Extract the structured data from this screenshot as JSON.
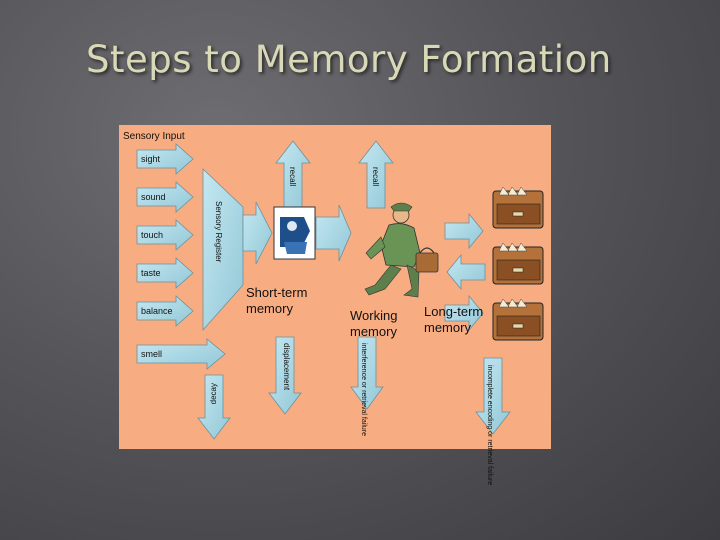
{
  "slide": {
    "title": "Steps to Memory Formation"
  },
  "diagram": {
    "heading": "Sensory Input",
    "inputs": [
      "sight",
      "sound",
      "touch",
      "taste",
      "balance",
      "smell"
    ],
    "sensory_register": "Sensory Register",
    "short_term_line1": "Short-term",
    "short_term_line2": "memory",
    "working_line1": "Working",
    "working_line2": "memory",
    "long_term_line1": "Long-term",
    "long_term_line2": "memory",
    "recall_1": "recall",
    "recall_2": "recall",
    "decay": "decay",
    "displacement": "displacement",
    "interference": "interference or retrieval failure",
    "incomplete": "incomplete encoding or retrieval failure"
  },
  "colors": {
    "background": "#f7ad81",
    "arrow_fill": "#a8d8e6",
    "arrow_stroke": "#6e8f9c",
    "title_text": "#d9d9b8"
  }
}
